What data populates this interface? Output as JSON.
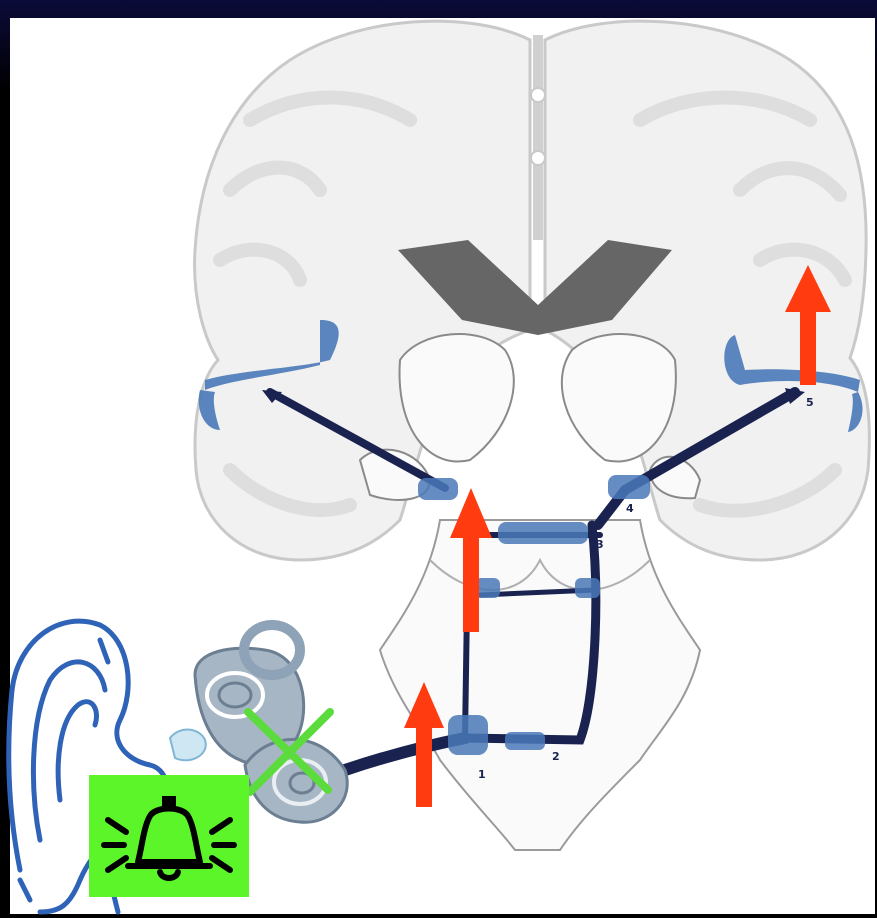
{
  "diagram": {
    "colors": {
      "background": "#000000",
      "panel": "#ffffff",
      "brain_fill": "#f1f1f1",
      "brain_outline": "#c9c9c9",
      "gyri_shade": "#dedede",
      "ventricle": "#666666",
      "auditory_pathway": "#1a2350",
      "auditory_cortex": "#4a79b8",
      "ear_outline": "#2f63b8",
      "cochlea": "#8ea3b8",
      "signal_arrows": "#ff3b0f",
      "blocked_cross": "#5bdc3c",
      "bell_badge": "#5bf52a"
    },
    "icons": {
      "blocked_marker": "cross-icon",
      "alarm": "bell-ringing-icon",
      "signal": "arrow-up-icon"
    },
    "labels": {
      "cortex_right": "5",
      "thalamus_right": "4",
      "midbrain": "3",
      "brainstem": "2",
      "cochlea": "1"
    }
  }
}
